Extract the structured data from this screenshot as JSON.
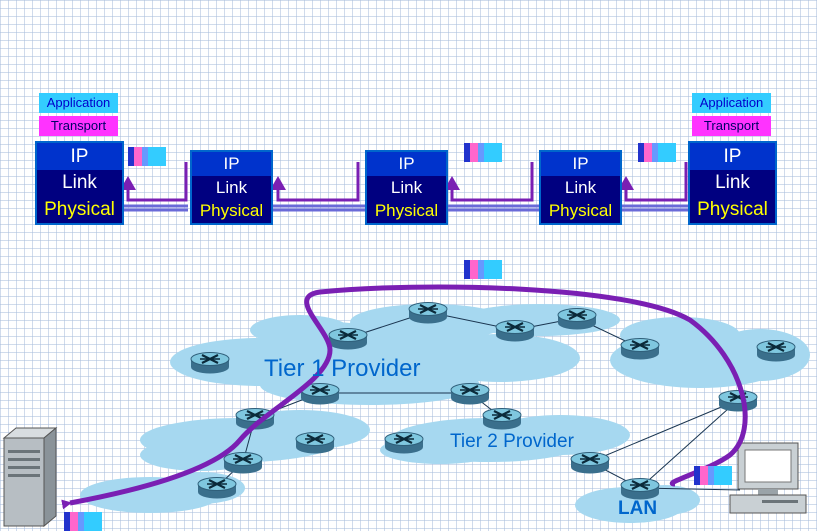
{
  "colors": {
    "cloud": "#a6d8f0",
    "route": "#7a1fb3",
    "stack_border": "#0066cc",
    "ip_fill": "#0033cc",
    "stack_fill": "#000080",
    "physical_text": "#ffff00",
    "application_fill": "#33ccff",
    "transport_fill": "#ff33ff",
    "provider_text": "#0066cc"
  },
  "source_host": {
    "application": "Application",
    "transport": "Transport",
    "ip": "IP",
    "link": "Link",
    "physical": "Physical"
  },
  "destination_host": {
    "application": "Application",
    "transport": "Transport",
    "ip": "IP",
    "link": "Link",
    "physical": "Physical"
  },
  "routers": [
    {
      "ip": "IP",
      "link": "Link",
      "physical": "Physical"
    },
    {
      "ip": "IP",
      "link": "Link",
      "physical": "Physical"
    },
    {
      "ip": "IP",
      "link": "Link",
      "physical": "Physical"
    }
  ],
  "network": {
    "tier1_label": "Tier 1 Provider",
    "tier2_label": "Tier 2 Provider",
    "lan_label": "LAN"
  },
  "icons": [
    "router-icon",
    "server-icon",
    "workstation-icon",
    "packet-icon",
    "cloud-icon"
  ]
}
